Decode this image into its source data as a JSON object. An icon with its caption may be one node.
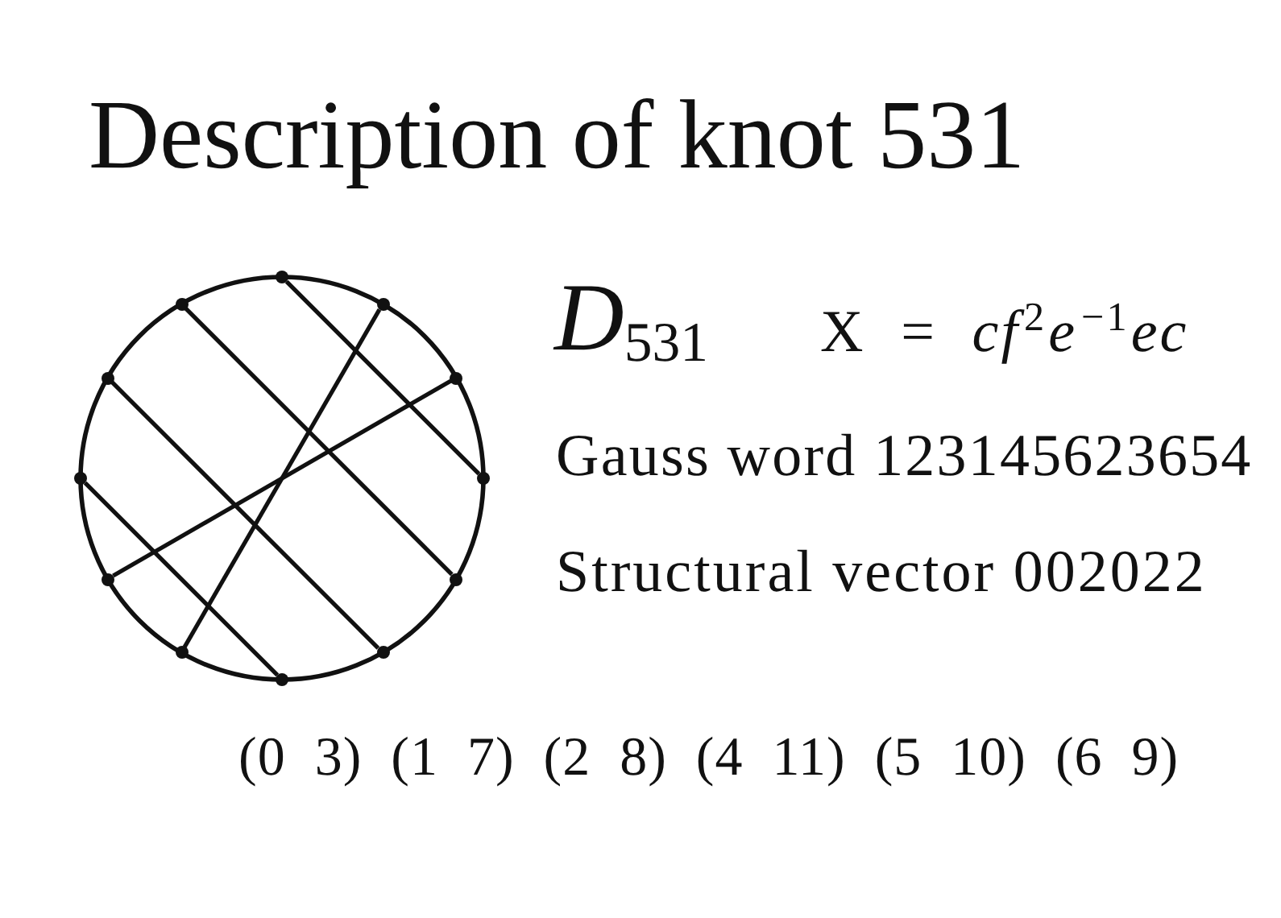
{
  "diagram": {
    "title": "Description of knot 531",
    "nodes": [
      {
        "text": [],
        "shape": "circle"
      },
      {
        "text": [],
        "shape": "circle"
      },
      {
        "text": [],
        "shape": "circle"
      },
      {
        "text": [],
        "shape": "circle"
      },
      {
        "text": [],
        "shape": "circle"
      },
      {
        "text": [],
        "shape": "circle"
      },
      {
        "text": [],
        "shape": "circle"
      },
      {
        "text": [],
        "shape": "circle"
      },
      {
        "text": [],
        "shape": "circle"
      },
      {
        "text": [],
        "shape": "circle"
      },
      {
        "text": [],
        "shape": "circle"
      },
      {
        "text": [],
        "shape": "circle"
      }
    ],
    "edges": [
      {
        "from": 0,
        "to": 3,
        "arrow": "none"
      },
      {
        "from": 1,
        "to": 7,
        "arrow": "none"
      },
      {
        "from": 2,
        "to": 8,
        "arrow": "none"
      },
      {
        "from": 4,
        "to": 11,
        "arrow": "none"
      },
      {
        "from": 5,
        "to": 10,
        "arrow": "none"
      },
      {
        "from": 6,
        "to": 9,
        "arrow": "none"
      }
    ],
    "labels": [
      "*D*$_{531}$",
      "X = *cf*$^{2}$*e*$^{−1}$*ec*",
      "Gauss word 123145623654",
      "Structural vector 002022",
      "(0 3) (1 7) (2 8) (4 11) (5 10) (6 9)"
    ]
  }
}
